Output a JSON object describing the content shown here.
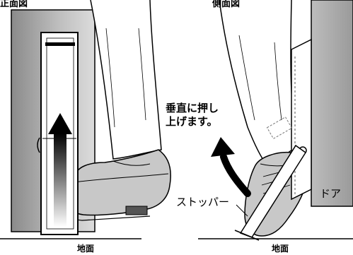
{
  "front_view": {
    "title": "正面図",
    "ground_label": "地面"
  },
  "side_view": {
    "title": "側面図",
    "ground_label": "地面",
    "instruction_emphasis": "垂直に",
    "instruction_line1_rest": "押し",
    "instruction_line2": "上げます。",
    "stopper_label": "ストッパー",
    "door_label": "ドア"
  }
}
